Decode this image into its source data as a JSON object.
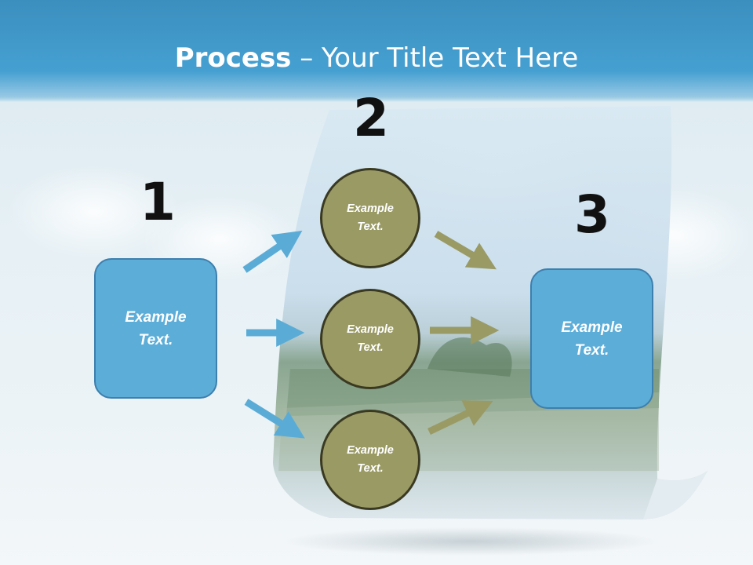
{
  "slide": {
    "title_bold": "Process",
    "title_rest": " – Your Title Text Here"
  },
  "steps": [
    {
      "number": "1",
      "label": "Example Text."
    },
    {
      "number": "2",
      "label": ""
    },
    {
      "number": "3",
      "label": "Example Text."
    }
  ],
  "circles": [
    {
      "label": "Example Text."
    },
    {
      "label": "Example Text."
    },
    {
      "label": "Example Text."
    }
  ],
  "colors": {
    "header": "#45a0d1",
    "box_fill": "#5cadd8",
    "box_border": "#3d7fae",
    "circle_fill": "#9a9a65",
    "circle_border": "#3a3a22",
    "blue_arrow": "#5aacd6",
    "olive_arrow": "#9a9a65"
  }
}
